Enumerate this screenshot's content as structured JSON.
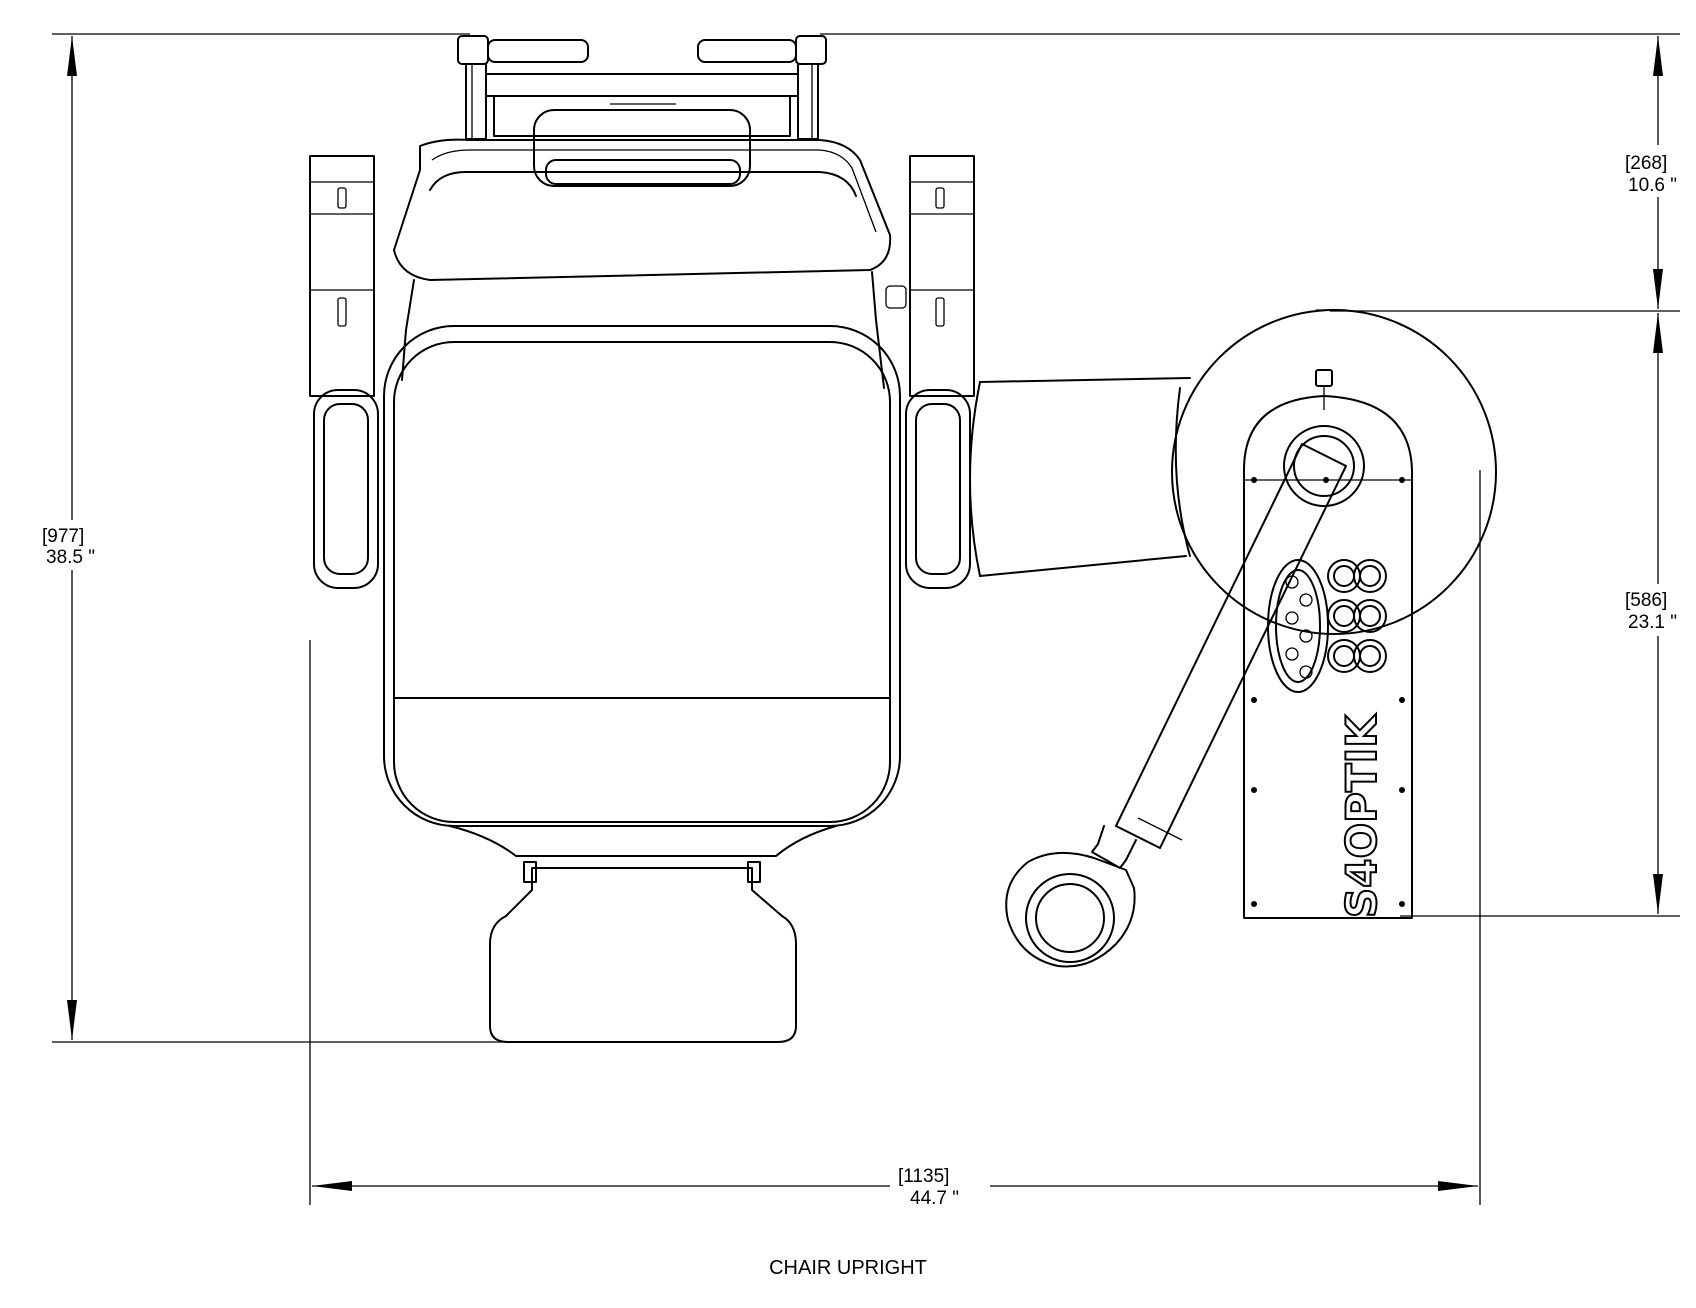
{
  "dimensions": {
    "overall_height": {
      "metric": "[977]",
      "imperial": "38.5 \""
    },
    "headrest_height": {
      "metric": "[268]",
      "imperial": "10.6 \""
    },
    "arm_height": {
      "metric": "[586]",
      "imperial": "23.1 \""
    },
    "overall_width": {
      "metric": "[1135]",
      "imperial": "44.7 \""
    }
  },
  "caption": "CHAIR UPRIGHT",
  "brand_logo": "S4OPTIK",
  "colors": {
    "line": "#000000",
    "background": "#ffffff"
  }
}
